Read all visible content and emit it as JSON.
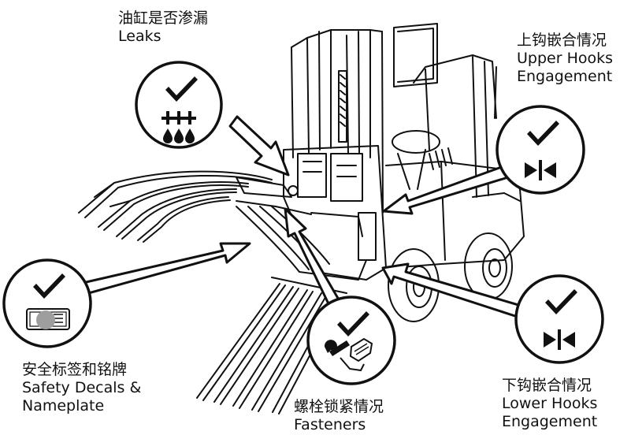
{
  "callouts": {
    "leaks": {
      "zh": "油缸是否渗漏",
      "en": "Leaks"
    },
    "upper_hooks": {
      "zh": "上钩嵌合情况",
      "en1": "Upper Hooks",
      "en2": "Engagement"
    },
    "safety_decals": {
      "zh": "安全标签和铭牌",
      "en1": "Safety Decals &",
      "en2": "Nameplate"
    },
    "fasteners": {
      "zh": "螺栓锁紧情况",
      "en": "Fasteners"
    },
    "lower_hooks": {
      "zh": "下钩嵌合情况",
      "en1": "Lower Hooks",
      "en2": "Engagement"
    }
  },
  "icons": [
    "check-icon",
    "leak-drops-icon",
    "hook-engagement-icon",
    "decal-plate-icon",
    "wrench-icon"
  ],
  "colors": {
    "ink": "#111111",
    "marker": "#9e9e9e",
    "background": "#ffffff"
  }
}
